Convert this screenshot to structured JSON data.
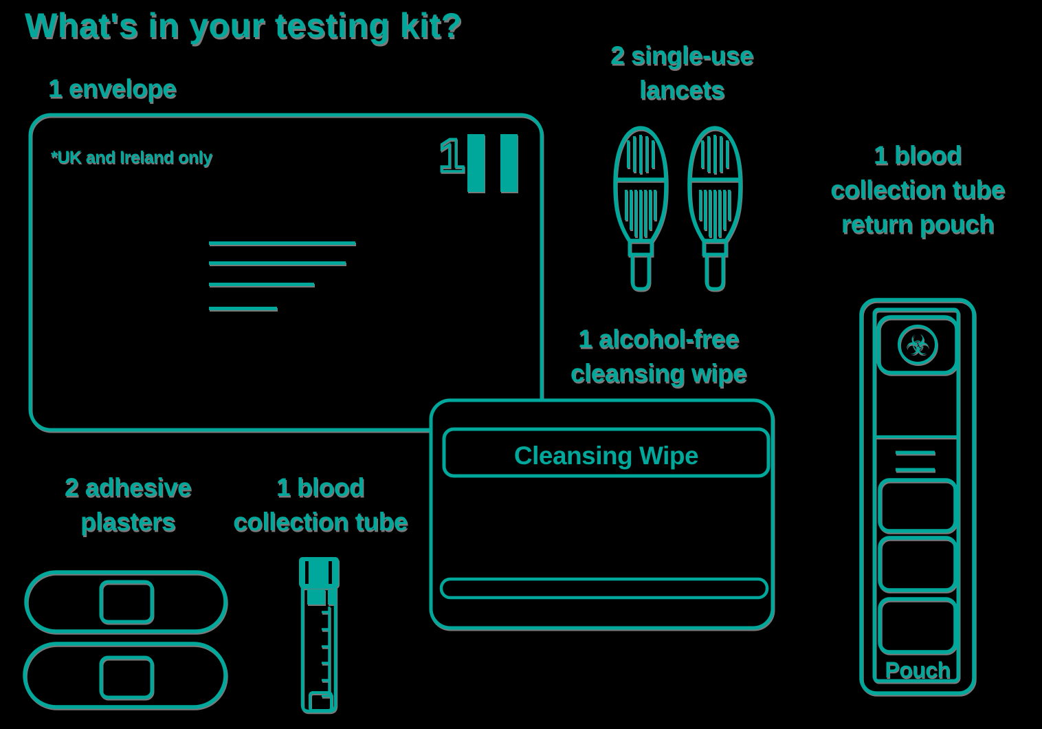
{
  "title": "What's in your testing kit?",
  "colors": {
    "teal": "#00a89c",
    "background": "#000000",
    "halo": "#7a7a7a"
  },
  "envelope": {
    "label": "1 envelope",
    "note": "*UK and Ireland only",
    "stamp_number": "1"
  },
  "lancets": {
    "label_line1": "2 single-use",
    "label_line2": "lancets"
  },
  "cleansing_wipe": {
    "label_line1": "1 alcohol-free",
    "label_line2": "cleansing wipe",
    "package_text": "Cleansing Wipe"
  },
  "return_pouch": {
    "label_line1": "1 blood",
    "label_line2": "collection tube",
    "label_line3": "return pouch",
    "pouch_text": "Pouch",
    "biohazard_glyph": "☣"
  },
  "plasters": {
    "label_line1": "2 adhesive",
    "label_line2": "plasters"
  },
  "collection_tube": {
    "label_line1": "1 blood",
    "label_line2": "collection tube"
  }
}
